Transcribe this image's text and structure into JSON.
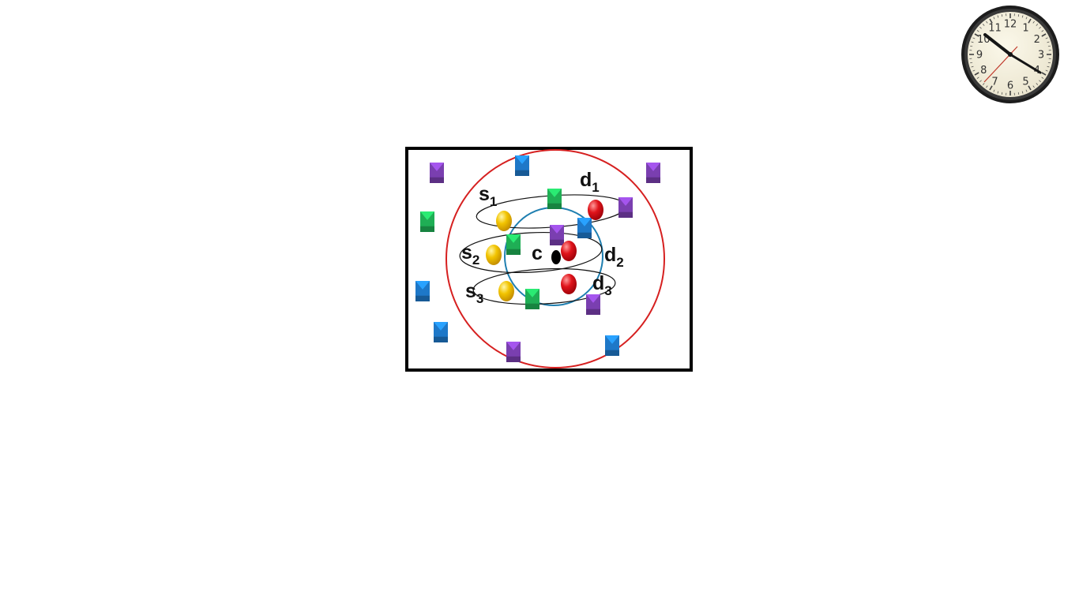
{
  "diagram": {
    "labels": {
      "s1": {
        "main": "s",
        "sub": "1"
      },
      "s2": {
        "main": "s",
        "sub": "2"
      },
      "s3": {
        "main": "s",
        "sub": "3"
      },
      "d1": {
        "main": "d",
        "sub": "1"
      },
      "d2": {
        "main": "d",
        "sub": "2"
      },
      "d3": {
        "main": "d",
        "sub": "3"
      },
      "c": {
        "main": "c"
      }
    },
    "colors": {
      "frame": "#000000",
      "outer_circle": "#d62020",
      "inner_circle": "#1f7fb0",
      "source_node": "#f2c400",
      "destination_node": "#e0141b",
      "center_node": "#000000",
      "square_blue": "#1e78c8",
      "square_green": "#1fae55",
      "square_purple": "#7a3fb0"
    }
  },
  "clock": {
    "numerals": [
      "12",
      "1",
      "2",
      "3",
      "4",
      "5",
      "6",
      "7",
      "8",
      "9",
      "10",
      "11"
    ],
    "time": "10:20"
  }
}
